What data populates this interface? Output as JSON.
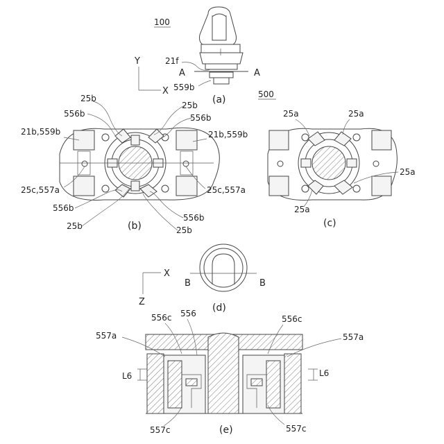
{
  "figure": {
    "ref_100": "100",
    "ref_500": "500",
    "captions": {
      "a": "(a)",
      "b": "(b)",
      "c": "(c)",
      "d": "(d)",
      "e": "(e)"
    },
    "axes": {
      "Y": "Y",
      "X": "X",
      "X2": "X",
      "Z": "Z"
    },
    "section_marks": {
      "A_left": "A",
      "A_right": "A",
      "B_left": "B",
      "B_right": "B"
    },
    "labels_a": {
      "l21f": "21f",
      "l559b": "559b"
    },
    "labels_b": {
      "l25b_tl": "25b",
      "l556b_tl": "556b",
      "l25b_tr": "25b",
      "l556b_tr": "556b",
      "l21b559b_l": "21b,559b",
      "l21b559b_r": "21b,559b",
      "l25c557a_l": "25c,557a",
      "l25c557a_r": "25c,557a",
      "l556b_bl": "556b",
      "l25b_bl": "25b",
      "l556b_br": "556b",
      "l25b_br": "25b"
    },
    "labels_c": {
      "l25a_1": "25a",
      "l25a_2": "25a",
      "l25a_3": "25a",
      "l25a_4": "25a"
    },
    "labels_e": {
      "l556c_l": "556c",
      "l556": "556",
      "l556c_r": "556c",
      "l557a_l": "557a",
      "l557a_r": "557a",
      "lL6_l": "L6",
      "lL6_r": "L6",
      "l557c_l": "557c",
      "l557c_r": "557c"
    }
  }
}
